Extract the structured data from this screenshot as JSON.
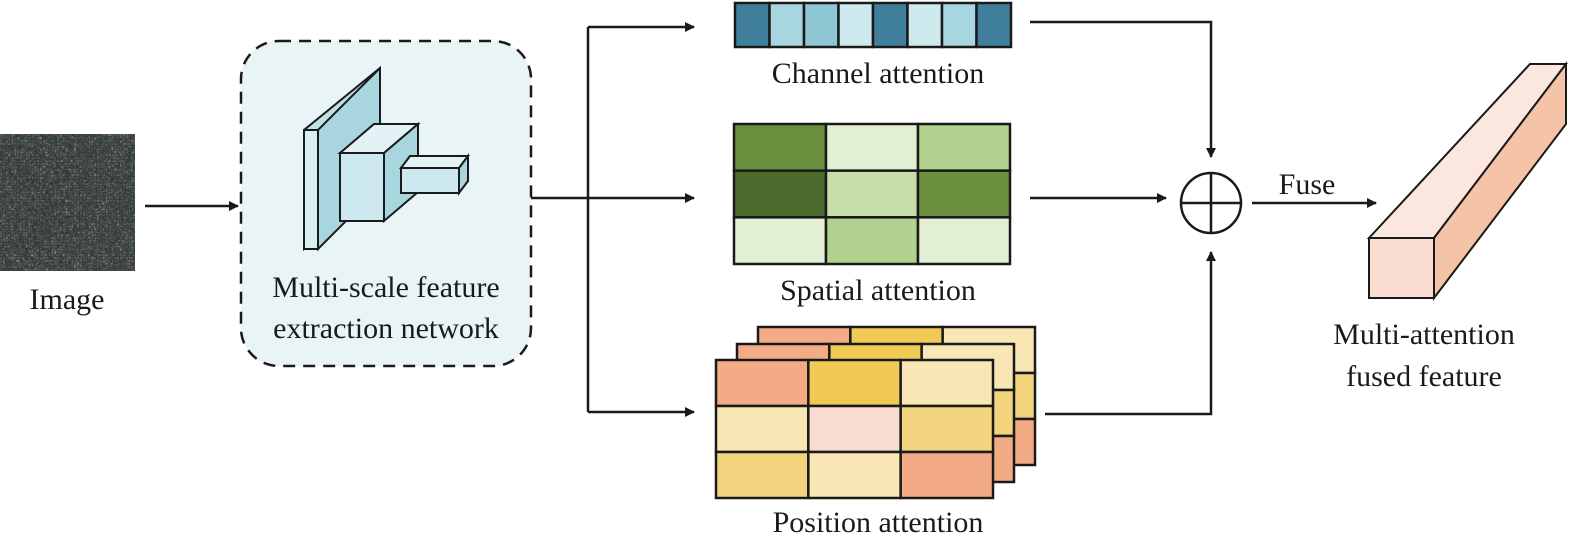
{
  "labels": {
    "image": "Image",
    "extractor_line1": "Multi-scale feature",
    "extractor_line2": "extraction network",
    "channel": "Channel attention",
    "spatial": "Spatial attention",
    "position": "Position attention",
    "fuse": "Fuse",
    "output_line1": "Multi-attention",
    "output_line2": "fused feature"
  },
  "colors": {
    "extractor_box_fill": "#e9f4f7",
    "block_front": "#cde8ee",
    "block_side": "#a9d5df",
    "channel_cells": [
      "#3f7f9b",
      "#a8d6e0",
      "#8ec7d3",
      "#cfeaee",
      "#3f7f9b",
      "#cfeaee",
      "#a8d6e0",
      "#3f7f9b"
    ],
    "spatial_cells": [
      [
        "#6b9140",
        "#e3efd3",
        "#b3d18e"
      ],
      [
        "#4a6b2d",
        "#c7deaa",
        "#6b9140"
      ],
      [
        "#e3efd3",
        "#b3d18e",
        "#e3efd3"
      ]
    ],
    "position_cells": [
      [
        "#f2ab85",
        "#f1ca55",
        "#f9e6b5"
      ],
      [
        "#f9e6b5",
        "#f9ddd0",
        "#f2d47e"
      ],
      [
        "#f2d47e",
        "#f9e6b5",
        "#f2ab85"
      ]
    ],
    "output_front": "#fbdcd0",
    "output_top": "#fce7de",
    "output_side": "#f5c3a6"
  },
  "icons": {
    "fusion": "circle-plus-icon",
    "input_image": "noisy-grayscale-texture"
  }
}
